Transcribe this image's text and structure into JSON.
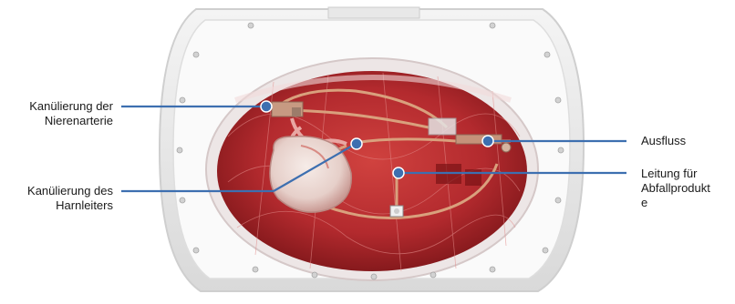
{
  "figure": {
    "labels": {
      "renal_artery": {
        "line1": "Kanülierung der",
        "line2": "Nierenarterie"
      },
      "ureter": {
        "line1": "Kanülierung des",
        "line2": "Harnleiters"
      },
      "outflow": {
        "line1": "Ausfluss"
      },
      "waste_line": {
        "line1": "Leitung für",
        "line2": "Abfallprodukt",
        "line3": "e"
      }
    }
  },
  "colors": {
    "callout_line": "#3d6fb0",
    "marker": "#3d6fb0",
    "fluid": "#b32a2e",
    "container": "#e9e9e9"
  }
}
